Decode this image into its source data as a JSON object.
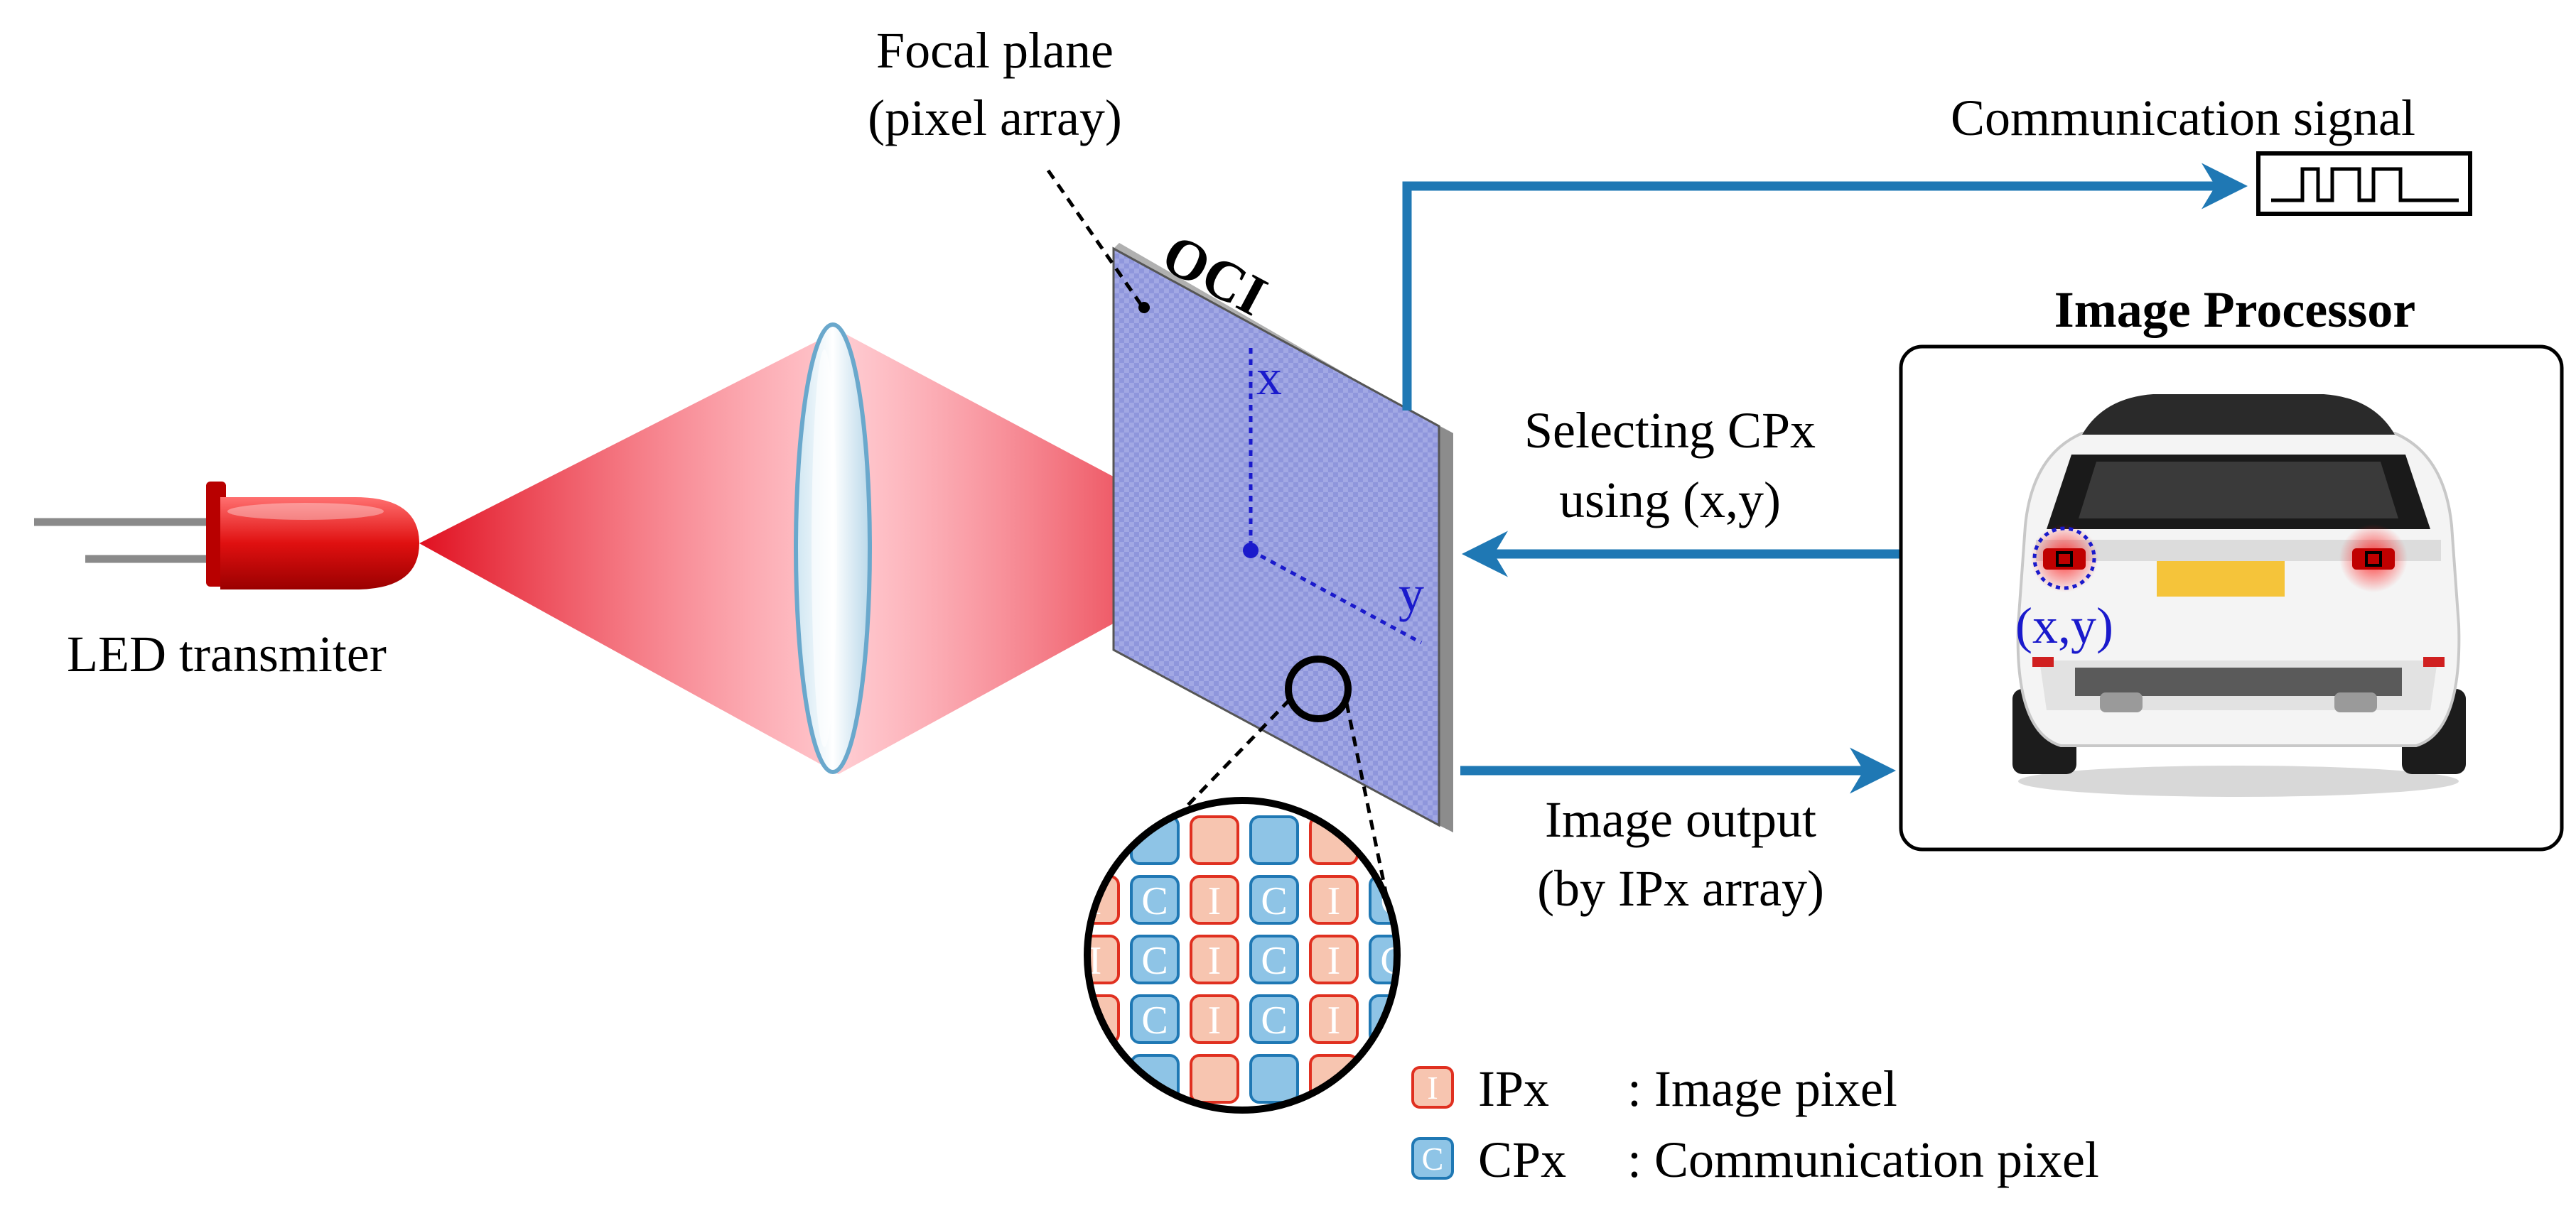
{
  "labels": {
    "focal_plane_line1": "Focal plane",
    "focal_plane_line2": "(pixel array)",
    "oci": "OCI",
    "led_transmitter": "LED transmiter",
    "axis_x": "x",
    "axis_y": "y",
    "communication_signal": "Communication signal",
    "image_processor": "Image Processor",
    "selecting_line1": "Selecting CPx",
    "selecting_line2": "using (x,y)",
    "image_output_line1": "Image output",
    "image_output_line2": "(by IPx array)",
    "xy_marker": "(x,y)",
    "ipx_glyph": "I",
    "cpx_glyph": "C"
  },
  "legend": [
    {
      "symbol": "I",
      "abbr": "IPx",
      "desc": ": Image pixel",
      "color": "#f7c5b0"
    },
    {
      "symbol": "C",
      "abbr": "CPx",
      "desc": ": Communication pixel",
      "color": "#8ec4e6"
    }
  ],
  "colors": {
    "arrow": "#1f78b4",
    "led": "#e41a1c",
    "sensor": "#8c93d8",
    "coord": "#1a1acc",
    "ipx": "#f7c5b0",
    "cpx": "#8ec4e6"
  },
  "icons": [
    "led-icon",
    "lens-icon",
    "sensor-plane-icon",
    "square-wave-icon",
    "car-icon",
    "magnifier-circle-icon"
  ]
}
